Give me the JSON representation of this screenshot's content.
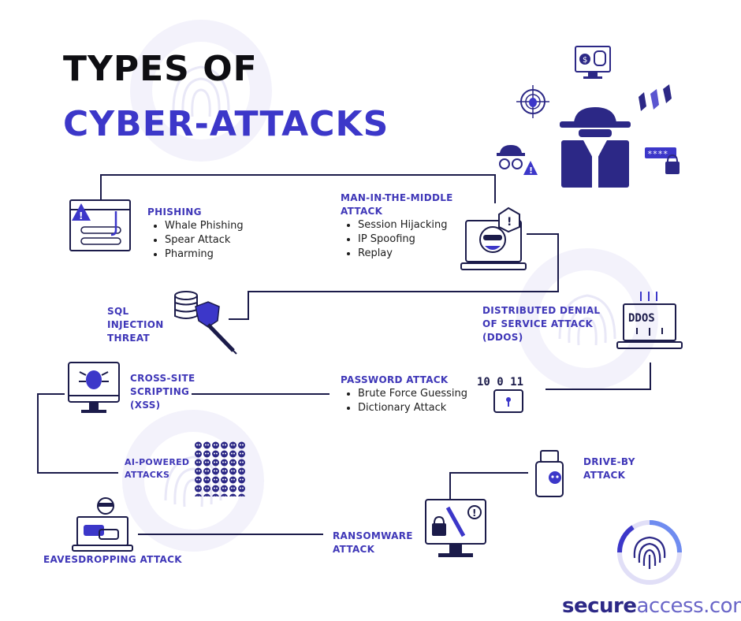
{
  "title": {
    "line1": "TYPES OF",
    "line2": "CYBER-ATTACKS"
  },
  "attacks": {
    "phishing": {
      "title": "PHISHING",
      "items": [
        "Whale Phishing",
        "Spear Attack",
        "Pharming"
      ]
    },
    "mitm": {
      "title": "MAN-IN-THE-MIDDLE\nATTACK",
      "items": [
        "Session Hijacking",
        "IP Spoofing",
        "Replay"
      ]
    },
    "sql": {
      "title": "SQL\nINJECTION\nTHREAT"
    },
    "ddos": {
      "title": "DISTRIBUTED DENIAL\nOF SERVICE ATTACK\n(DDOS)",
      "icon_text": "DDOS"
    },
    "xss": {
      "title": "CROSS-SITE\nSCRIPTING\n(XSS)"
    },
    "password": {
      "title": "PASSWORD ATTACK",
      "items": [
        "Brute Force Guessing",
        "Dictionary Attack"
      ],
      "icon_text": "10 0 11"
    },
    "ai": {
      "title": "AI-POWERED\nATTACKS"
    },
    "driveby": {
      "title": "DRIVE-BY\nATTACK"
    },
    "ransomware": {
      "title": "RANSOMWARE\nATTACK"
    },
    "eavesdropping": {
      "title": "EAVESDROPPING ATTACK"
    }
  },
  "brand": {
    "part1": "secure",
    "part2": "access.com"
  },
  "colors": {
    "accent": "#3c37c9",
    "dark": "#2c2886",
    "line": "#1b1b4a",
    "watermark": "#f1f0fb"
  }
}
